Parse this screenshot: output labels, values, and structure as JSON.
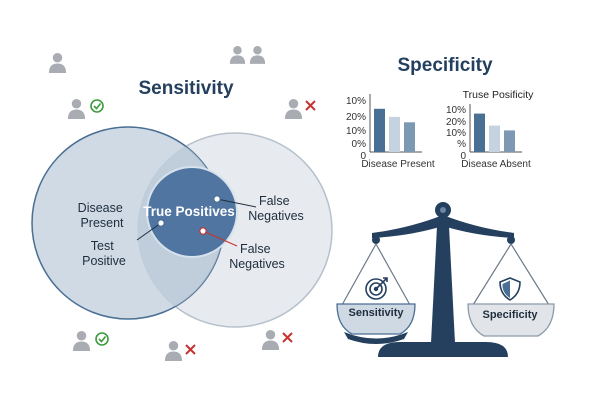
{
  "colors": {
    "navy": "#24405e",
    "steel": "#4a6f94",
    "mid": "#7d98b3",
    "pale": "#c5d3e0",
    "person": "#a9adb3",
    "check": "#3d9a3d",
    "cross": "#c83232"
  },
  "venn": {
    "title": "Sensitivity",
    "disease_present": [
      "Disease",
      "Present"
    ],
    "test_positive": [
      "Test",
      "Positive"
    ],
    "overlap": "True Positives",
    "false_negatives_right": [
      "False",
      "Negatives"
    ],
    "false_negatives_bottom": [
      "False",
      "Negatives"
    ]
  },
  "icons": [
    {
      "name": "person-icon",
      "mark": "none"
    },
    {
      "name": "person-pair-icon",
      "mark": "none"
    },
    {
      "name": "person-check-icon",
      "mark": "check"
    },
    {
      "name": "person-cross-icon",
      "mark": "cross"
    },
    {
      "name": "person-check-icon",
      "mark": "check"
    },
    {
      "name": "person-cross-icon",
      "mark": "cross"
    },
    {
      "name": "person-cross-icon",
      "mark": "cross"
    }
  ],
  "specificity": {
    "title": "Specificity"
  },
  "chart_data": [
    {
      "type": "bar",
      "title": "",
      "xlabel": "Disease Present",
      "ylabel": "",
      "yticks": [
        "10%",
        "20%",
        "10%",
        "0%",
        "0"
      ],
      "values": [
        0.8,
        0.65,
        0.55
      ]
    },
    {
      "type": "bar",
      "title": "Truse Posificity",
      "xlabel": "Disease Absent",
      "ylabel": "",
      "yticks": [
        "10%",
        "20%",
        "10%",
        "%",
        "0"
      ],
      "values": [
        0.8,
        0.55,
        0.45
      ]
    }
  ],
  "scale": {
    "left_pan": "Sensitivity",
    "right_pan": "Specificity",
    "left_icon": "target-icon",
    "right_icon": "shield-icon"
  }
}
